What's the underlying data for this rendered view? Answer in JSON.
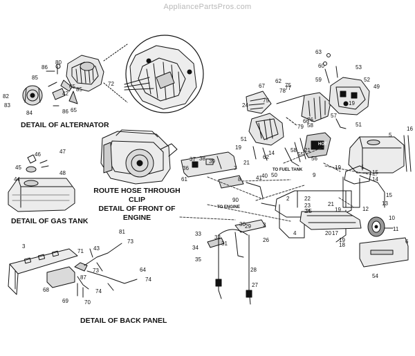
{
  "watermark": "AppliancePartsPros.com",
  "captions": {
    "alternator": "DETAIL OF ALTERNATOR",
    "route_hose_line1": "ROUTE HOSE THROUGH CLIP",
    "route_hose_line2": "DETAIL OF FRONT OF ENGINE",
    "gas_tank": "DETAIL OF GAS TANK",
    "back_panel": "DETAIL OF BACK PANEL"
  },
  "small_labels": {
    "to_fuel_tank": "TO FUEL TANK",
    "to_engine": "TO ENGINE",
    "hot": "HOT"
  },
  "part_numbers": [
    "1",
    "2",
    "3",
    "3",
    "4",
    "5",
    "6",
    "7",
    "8",
    "9",
    "10",
    "11",
    "12",
    "13",
    "14",
    "14",
    "15",
    "15",
    "16",
    "17",
    "18",
    "19",
    "19",
    "19",
    "19",
    "19",
    "20",
    "21",
    "21",
    "21",
    "22",
    "23",
    "24",
    "24",
    "25",
    "26",
    "27",
    "28",
    "29",
    "30",
    "31",
    "32",
    "33",
    "34",
    "35",
    "36",
    "37",
    "38",
    "39",
    "40",
    "41",
    "42",
    "43",
    "44",
    "45",
    "46",
    "47",
    "48",
    "49",
    "50",
    "51",
    "51",
    "52",
    "53",
    "54",
    "55",
    "56",
    "57",
    "58",
    "58",
    "59",
    "60",
    "61",
    "62",
    "62",
    "63",
    "64",
    "65",
    "65",
    "66",
    "67",
    "68",
    "69",
    "70",
    "71",
    "72",
    "73",
    "73",
    "74",
    "74",
    "75",
    "75",
    "76",
    "77",
    "78",
    "79",
    "80",
    "81",
    "82",
    "83",
    "84",
    "85",
    "85",
    "86",
    "86",
    "87",
    "90"
  ]
}
